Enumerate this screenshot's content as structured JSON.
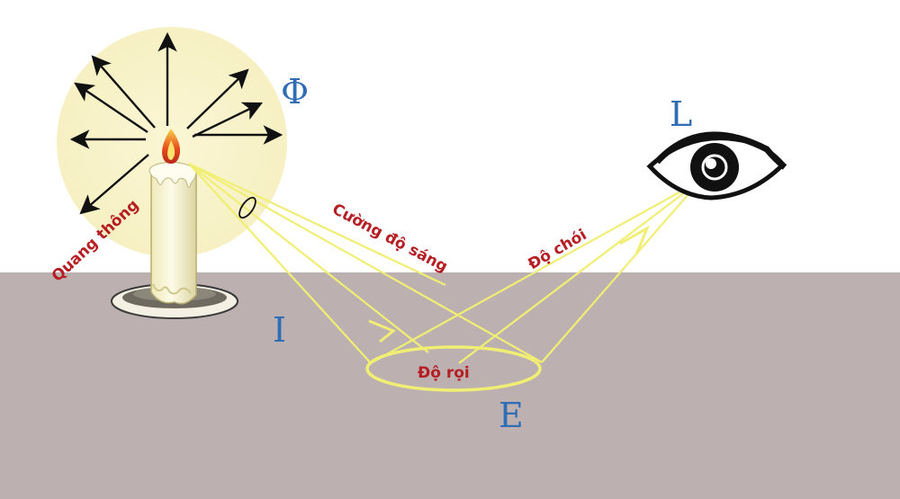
{
  "symbols": {
    "flux": "Φ",
    "luminance": "L",
    "intensity": "I",
    "illuminance": "E"
  },
  "labels": {
    "luminous_flux": "Quang thông",
    "luminous_intensity": "Cường độ sáng",
    "luminance": "Độ chói",
    "illuminance": "Độ rọi"
  },
  "colors": {
    "background_top": "#ffffff",
    "floor": "#bcb1b0",
    "glow": "#fbf5cf",
    "light_ray": "#f1ee74",
    "symbol_text": "#2f6db5",
    "label_text": "#b51e22",
    "arrow": "#111111"
  },
  "icons": [
    "candle-icon",
    "flame-icon",
    "eye-icon",
    "arrow-icon"
  ]
}
